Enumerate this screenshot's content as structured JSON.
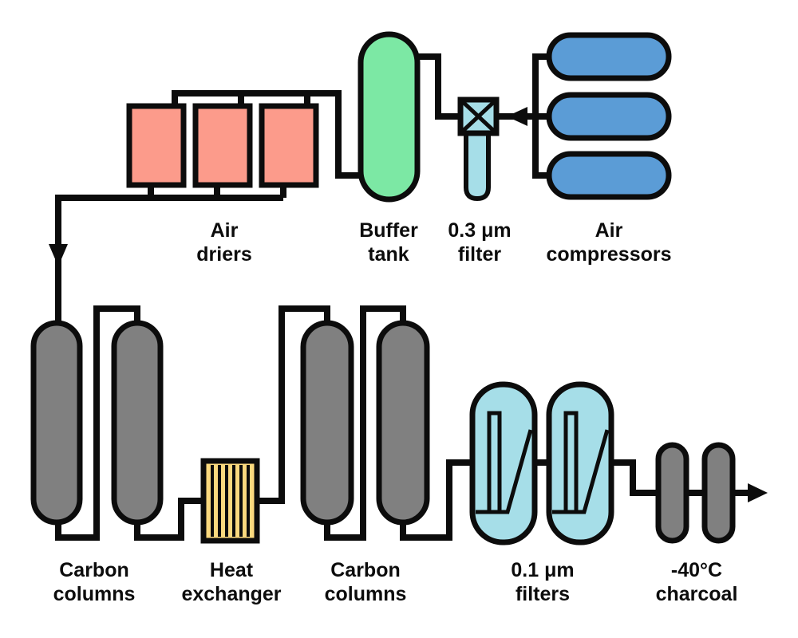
{
  "diagram": {
    "type": "process-flow",
    "subject": "compressed air purification train"
  },
  "labels": {
    "air_driers": {
      "line1": "Air",
      "line2": "driers"
    },
    "buffer_tank": {
      "line1": "Buffer",
      "line2": "tank"
    },
    "filter_03um": {
      "line1": "0.3 μm",
      "line2": "filter"
    },
    "air_compressors": {
      "line1": "Air",
      "line2": "compressors"
    },
    "carbon_columns_left": {
      "line1": "Carbon",
      "line2": "columns"
    },
    "heat_exchanger": {
      "line1": "Heat",
      "line2": "exchanger"
    },
    "carbon_columns_right": {
      "line1": "Carbon",
      "line2": "columns"
    },
    "filters_01um": {
      "line1": "0.1 μm",
      "line2": "filters"
    },
    "charcoal": {
      "line1": "-40°C",
      "line2": "charcoal"
    }
  },
  "colors": {
    "compressor_blue": "#5B9CD6",
    "tank_green": "#7CE8A4",
    "drier_salmon": "#FC9B8B",
    "filter_blue": "#A6DEE8",
    "exchanger_yellow": "#FBD97E",
    "vessel_gray": "#808080",
    "line_black": "#0c0c0c"
  }
}
